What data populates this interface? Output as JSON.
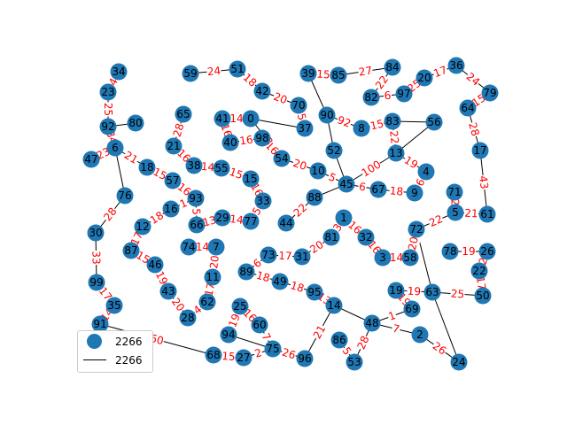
{
  "colors": {
    "node": "#1f77b4",
    "edge": "#000000",
    "edge_label": "#ff0000"
  },
  "legend": {
    "node_entry": "2266",
    "edge_entry": "2266"
  },
  "nodes": [
    "0",
    "1",
    "2",
    "3",
    "4",
    "5",
    "6",
    "7",
    "8",
    "9",
    "10",
    "11",
    "12",
    "13",
    "14",
    "15",
    "16",
    "17",
    "18",
    "19",
    "20",
    "21",
    "22",
    "23",
    "24",
    "25",
    "26",
    "27",
    "28",
    "29",
    "30",
    "31",
    "32",
    "33",
    "34",
    "35",
    "36",
    "37",
    "38",
    "39",
    "40",
    "41",
    "42",
    "43",
    "44",
    "45",
    "46",
    "47",
    "48",
    "49",
    "50",
    "51",
    "52",
    "53",
    "54",
    "55",
    "56",
    "57",
    "58",
    "59",
    "60",
    "61",
    "62",
    "63",
    "64",
    "65",
    "66",
    "67",
    "68",
    "69",
    "70",
    "71",
    "72",
    "73",
    "74",
    "75",
    "76",
    "77",
    "78",
    "79",
    "80",
    "81",
    "82",
    "83",
    "84",
    "85",
    "86",
    "87",
    "88",
    "89",
    "90",
    "91",
    "92",
    "93",
    "94",
    "95",
    "96",
    "97",
    "98",
    "99"
  ],
  "edges": [
    {
      "source": "59",
      "target": "51",
      "label": "24"
    },
    {
      "source": "51",
      "target": "42",
      "label": "18"
    },
    {
      "source": "42",
      "target": "70",
      "label": "20"
    },
    {
      "source": "70",
      "target": "37",
      "label": "5"
    },
    {
      "source": "39",
      "target": "85",
      "label": "15"
    },
    {
      "source": "85",
      "target": "84",
      "label": "27"
    },
    {
      "source": "39",
      "target": "90",
      "label": ""
    },
    {
      "source": "90",
      "target": "52",
      "label": ""
    },
    {
      "source": "90",
      "target": "8",
      "label": "92"
    },
    {
      "source": "82",
      "target": "84",
      "label": "22"
    },
    {
      "source": "82",
      "target": "97",
      "label": "6"
    },
    {
      "source": "97",
      "target": "20",
      "label": "25"
    },
    {
      "source": "20",
      "target": "36",
      "label": "17"
    },
    {
      "source": "36",
      "target": "79",
      "label": "24"
    },
    {
      "source": "79",
      "target": "64",
      "label": "15"
    },
    {
      "source": "64",
      "target": "17",
      "label": "28"
    },
    {
      "source": "17",
      "target": "61",
      "label": "43"
    },
    {
      "source": "8",
      "target": "83",
      "label": "15"
    },
    {
      "source": "83",
      "target": "56",
      "label": ""
    },
    {
      "source": "83",
      "target": "13",
      "label": "22"
    },
    {
      "source": "56",
      "target": "13",
      "label": ""
    },
    {
      "source": "13",
      "target": "45",
      "label": "100"
    },
    {
      "source": "13",
      "target": "4",
      "label": "19"
    },
    {
      "source": "4",
      "target": "9",
      "label": "6"
    },
    {
      "source": "67",
      "target": "9",
      "label": "18"
    },
    {
      "source": "45",
      "target": "67",
      "label": "6"
    },
    {
      "source": "10",
      "target": "45",
      "label": "5"
    },
    {
      "source": "54",
      "target": "10",
      "label": "20"
    },
    {
      "source": "52",
      "target": "45",
      "label": ""
    },
    {
      "source": "88",
      "target": "45",
      "label": ""
    },
    {
      "source": "88",
      "target": "44",
      "label": "22"
    },
    {
      "source": "0",
      "target": "37",
      "label": ""
    },
    {
      "source": "41",
      "target": "0",
      "label": "14"
    },
    {
      "source": "41",
      "target": "40",
      "label": "16"
    },
    {
      "source": "40",
      "target": "98",
      "label": "16"
    },
    {
      "source": "98",
      "target": "54",
      "label": "16"
    },
    {
      "source": "0",
      "target": "54",
      "label": "18"
    },
    {
      "source": "34",
      "target": "23",
      "label": "4"
    },
    {
      "source": "23",
      "target": "92",
      "label": "25"
    },
    {
      "source": "92",
      "target": "80",
      "label": ""
    },
    {
      "source": "92",
      "target": "6",
      "label": "84"
    },
    {
      "source": "6",
      "target": "47",
      "label": "23"
    },
    {
      "source": "6",
      "target": "18",
      "label": "21"
    },
    {
      "source": "6",
      "target": "76",
      "label": ""
    },
    {
      "source": "76",
      "target": "30",
      "label": "28"
    },
    {
      "source": "30",
      "target": "99",
      "label": "33"
    },
    {
      "source": "99",
      "target": "35",
      "label": "17"
    },
    {
      "source": "35",
      "target": "91",
      "label": "14"
    },
    {
      "source": "91",
      "target": "68",
      "label": "60"
    },
    {
      "source": "65",
      "target": "21",
      "label": "28"
    },
    {
      "source": "21",
      "target": "38",
      "label": "16"
    },
    {
      "source": "18",
      "target": "57",
      "label": "15"
    },
    {
      "source": "57",
      "target": "93",
      "label": "16"
    },
    {
      "source": "38",
      "target": "55",
      "label": "14"
    },
    {
      "source": "55",
      "target": "15",
      "label": "15"
    },
    {
      "source": "15",
      "target": "33",
      "label": "16"
    },
    {
      "source": "33",
      "target": "77",
      "label": "5"
    },
    {
      "source": "29",
      "target": "77",
      "label": "14"
    },
    {
      "source": "66",
      "target": "29",
      "label": "13"
    },
    {
      "source": "16",
      "target": "93",
      "label": "1"
    },
    {
      "source": "16",
      "target": "12",
      "label": "18"
    },
    {
      "source": "12",
      "target": "87",
      "label": "17"
    },
    {
      "source": "87",
      "target": "46",
      "label": "15"
    },
    {
      "source": "46",
      "target": "43",
      "label": "19"
    },
    {
      "source": "43",
      "target": "28",
      "label": "20"
    },
    {
      "source": "74",
      "target": "7",
      "label": "14"
    },
    {
      "source": "7",
      "target": "11",
      "label": "20"
    },
    {
      "source": "11",
      "target": "62",
      "label": "17"
    },
    {
      "source": "62",
      "target": "28",
      "label": "4"
    },
    {
      "source": "93",
      "target": "66",
      "label": "5"
    },
    {
      "source": "89",
      "target": "73",
      "label": "6"
    },
    {
      "source": "73",
      "target": "31",
      "label": "17"
    },
    {
      "source": "31",
      "target": "81",
      "label": "20"
    },
    {
      "source": "81",
      "target": "1",
      "label": "3"
    },
    {
      "source": "1",
      "target": "32",
      "label": "16"
    },
    {
      "source": "32",
      "target": "3",
      "label": "16"
    },
    {
      "source": "3",
      "target": "58",
      "label": "14"
    },
    {
      "source": "58",
      "target": "72",
      "label": "20"
    },
    {
      "source": "72",
      "target": "5",
      "label": "22"
    },
    {
      "source": "5",
      "target": "71",
      "label": "2"
    },
    {
      "source": "5",
      "target": "61",
      "label": "21"
    },
    {
      "source": "72",
      "target": "63",
      "label": ""
    },
    {
      "source": "63",
      "target": "24",
      "label": ""
    },
    {
      "source": "63",
      "target": "50",
      "label": "25"
    },
    {
      "source": "78",
      "target": "26",
      "label": "19"
    },
    {
      "source": "26",
      "target": "22",
      "label": "2"
    },
    {
      "source": "22",
      "target": "50",
      "label": "17"
    },
    {
      "source": "19",
      "target": "69",
      "label": "19"
    },
    {
      "source": "69",
      "target": "48",
      "label": "1"
    },
    {
      "source": "19",
      "target": "63",
      "label": "19"
    },
    {
      "source": "48",
      "target": "2",
      "label": "7"
    },
    {
      "source": "2",
      "target": "24",
      "label": "26"
    },
    {
      "source": "89",
      "target": "49",
      "label": "18"
    },
    {
      "source": "49",
      "target": "95",
      "label": "18"
    },
    {
      "source": "95",
      "target": "14",
      "label": "13"
    },
    {
      "source": "14",
      "target": "48",
      "label": ""
    },
    {
      "source": "14",
      "target": "96",
      "label": "21"
    },
    {
      "source": "86",
      "target": "53",
      "label": "5"
    },
    {
      "source": "53",
      "target": "48",
      "label": "28"
    },
    {
      "source": "25",
      "target": "60",
      "label": "16"
    },
    {
      "source": "60",
      "target": "75",
      "label": "7"
    },
    {
      "source": "25",
      "target": "94",
      "label": "19"
    },
    {
      "source": "94",
      "target": "75",
      "label": ""
    },
    {
      "source": "75",
      "target": "96",
      "label": "26"
    },
    {
      "source": "68",
      "target": "27",
      "label": "15"
    },
    {
      "source": "27",
      "target": "75",
      "label": "2"
    }
  ]
}
